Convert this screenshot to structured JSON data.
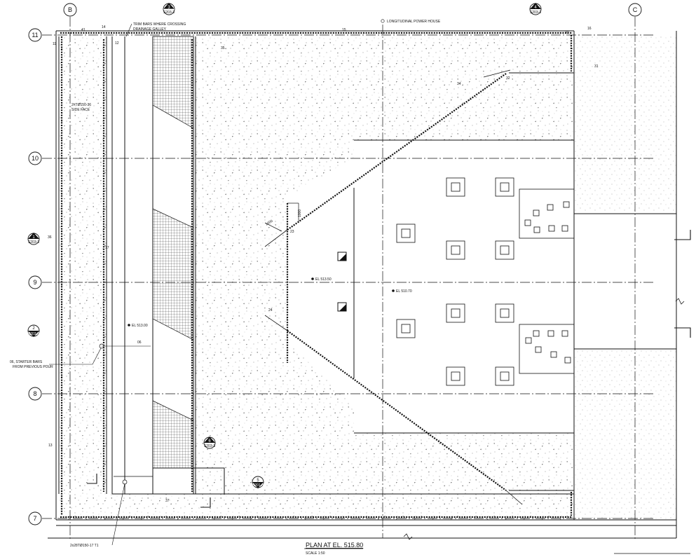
{
  "drawing": {
    "title": "PLAN AT EL. 515.80",
    "scale": "SCALE 1:50",
    "grid_columns": [
      "B",
      "C"
    ],
    "grid_rows": [
      "11",
      "10",
      "9",
      "8",
      "7"
    ],
    "section_markers": [
      {
        "num": "3",
        "sheet": "S203-3"
      },
      {
        "num": "4",
        "sheet": "S203-3"
      },
      {
        "num": "1",
        "sheet": "S203-3"
      },
      {
        "num": "2",
        "sheet": "S203-3"
      },
      {
        "num": "6",
        "sheet": "S203-3"
      },
      {
        "num": "5",
        "sheet": "S201-3"
      }
    ],
    "notes": {
      "trim_bars": "TRIM BARS WHERE CROSSING",
      "drainage_gallery": "DRAINAGE GALLEY",
      "powerhouse_cl": "LONGITUDINAL POWER HOUSE",
      "side_face_1": "2#TØ150-36",
      "side_face_2": "SIDE FACE",
      "starter_1": "06, STARTER BARS",
      "starter_2": "FROM PREVIOUS POUR",
      "bottom_bars": "2x28TØ150-17 T1"
    },
    "elevations": [
      "EL 513.00",
      "EL 513.50",
      "EL 510.70"
    ],
    "dimensions": [
      "1000",
      "1000"
    ],
    "bar_marks": [
      "41",
      "14",
      "12",
      "15",
      "16",
      "33",
      "35",
      "31",
      "32",
      "34",
      "36",
      "17",
      "06",
      "23",
      "24",
      "11",
      "37",
      "13"
    ]
  }
}
